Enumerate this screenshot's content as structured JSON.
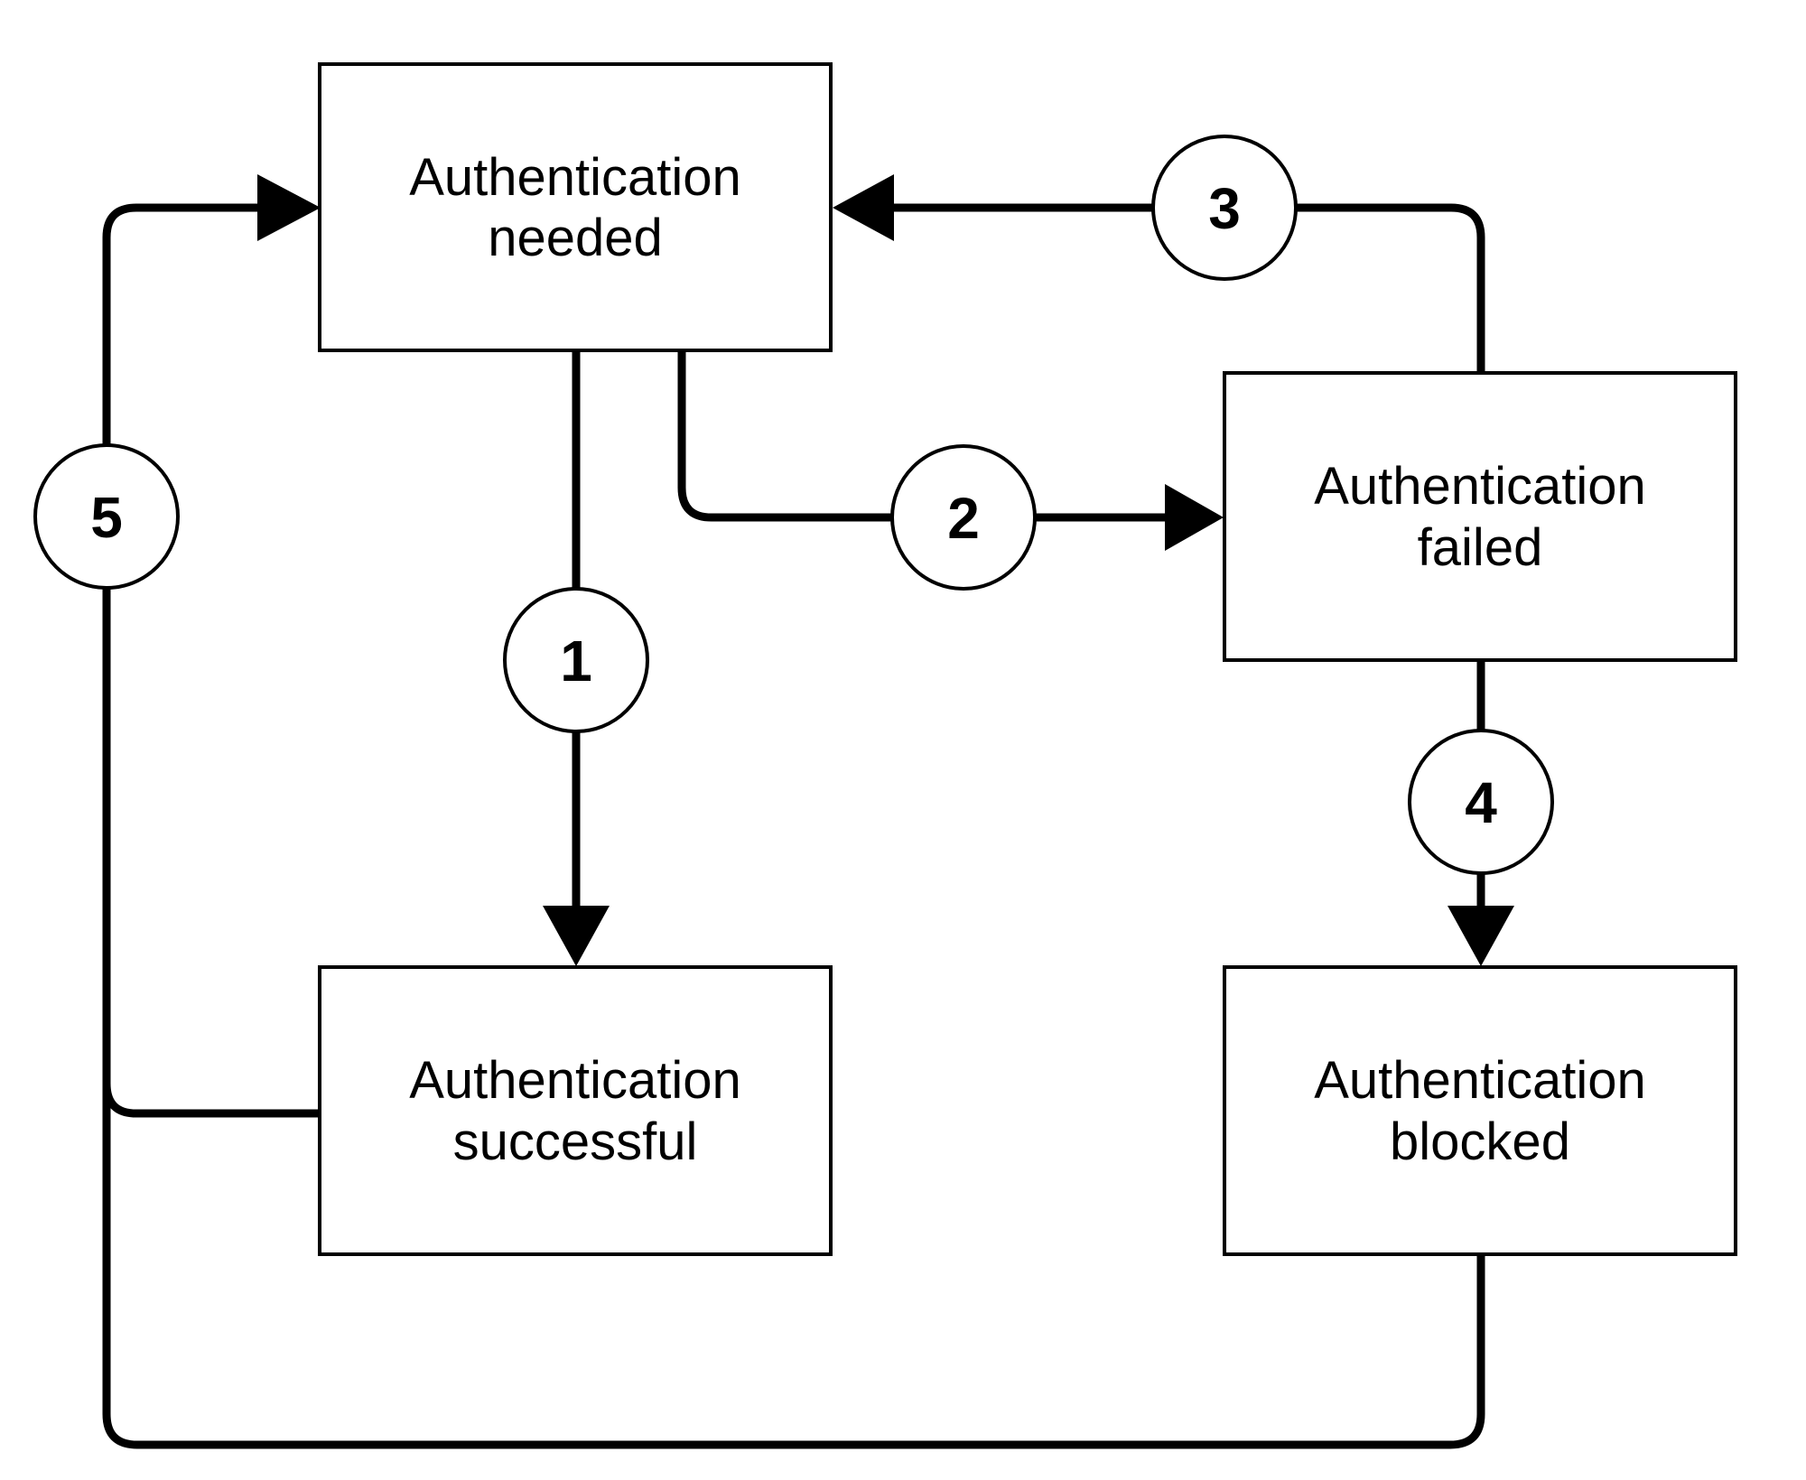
{
  "states": {
    "needed": {
      "line1": "Authentication",
      "line2": "needed"
    },
    "failed": {
      "line1": "Authentication",
      "line2": "failed"
    },
    "successful": {
      "line1": "Authentication",
      "line2": "successful"
    },
    "blocked": {
      "line1": "Authentication",
      "line2": "blocked"
    }
  },
  "steps": {
    "s1": "1",
    "s2": "2",
    "s3": "3",
    "s4": "4",
    "s5": "5"
  },
  "colors": {
    "stroke": "#000000",
    "fill": "#ffffff"
  }
}
